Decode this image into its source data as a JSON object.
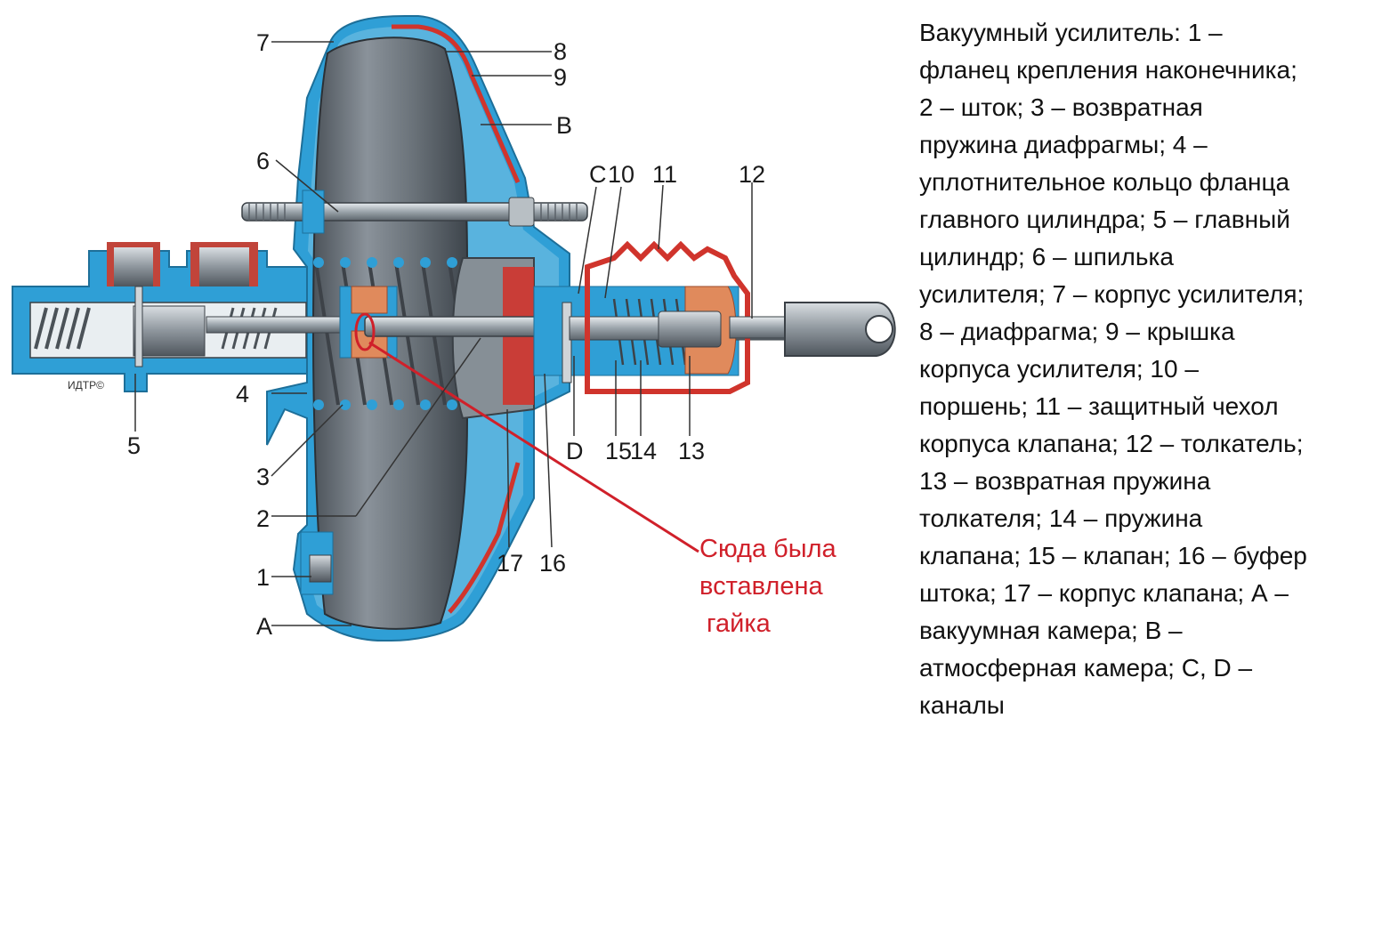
{
  "diagram": {
    "watermark": "ИДТР©",
    "labels": {
      "n1": "1",
      "n2": "2",
      "n3": "3",
      "n4": "4",
      "n5": "5",
      "n6": "6",
      "n7": "7",
      "n8": "8",
      "n9": "9",
      "nB": "B",
      "nC": "C",
      "n10": "10",
      "n11": "11",
      "n12": "12",
      "n13": "13",
      "n14": "14",
      "n15": "15",
      "n16": "16",
      "n17": "17",
      "nD": "D",
      "nA": "A"
    },
    "annotation": {
      "line1": "Сюда была",
      "line2": "вставлена",
      "line3": " гайка"
    },
    "colors": {
      "housing_blue": "#2f9fd6",
      "diaphragm_red": "#d0342c",
      "steel_gray": "#8e969c",
      "dark_gray": "#5a6168",
      "seal_orange": "#e08a5c",
      "highlight_red": "#d0202a"
    }
  },
  "legend": {
    "lines": [
      "Вакуумный усилитель: 1 –",
      "фланец крепления наконечника;",
      "2 – шток; 3 – возвратная",
      "пружина диафрагмы; 4 –",
      "уплотнительное кольцо фланца",
      "главного цилиндра; 5 – главный",
      "цилиндр; 6 – шпилька",
      "усилителя; 7 – корпус усилителя;",
      "8 – диафрагма; 9 – крышка",
      "корпуса усилителя; 10 –",
      "поршень; 11 – защитный чехол",
      "корпуса клапана; 12 – толкатель;",
      "13 – возвратная пружина",
      "толкателя; 14 – пружина",
      "клапана; 15 – клапан; 16 – буфер",
      "штока; 17 – корпус клапана; А –",
      "вакуумная камера; В –",
      "атмосферная камера; С, D –",
      "каналы"
    ]
  }
}
